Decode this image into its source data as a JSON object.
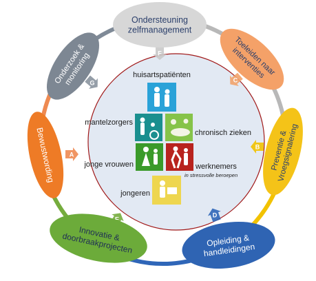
{
  "colors": {
    "ring_lightgray": "#b8b8b8",
    "ring_orange": "#ee8a52",
    "ring_yellow": "#f2c200",
    "ring_blue": "#2f66b8",
    "ring_green": "#75ac3d",
    "ring_gray": "#7f8a97",
    "inner_fill": "#e2e9f3",
    "inner_border": "#a01818",
    "tile_cyan": "#2aa2d8",
    "tile_teal": "#1a8f8f",
    "tile_lightgreen": "#86c349",
    "tile_green": "#3a9a2a",
    "tile_red": "#b8231e",
    "tile_yellow": "#eed64f"
  },
  "ovals": [
    {
      "id": "F",
      "label_lines": [
        "Ondersteuning",
        "zelfmanagement"
      ],
      "color": "#d7d7d7",
      "text_color": "#2b3f6b"
    },
    {
      "id": "C",
      "label_lines": [
        "Toeleiden naar",
        "interventies"
      ],
      "color": "#f4a168",
      "text_color": "#2b3f6b"
    },
    {
      "id": "B",
      "label_lines": [
        "Preventie &",
        "Vroegsignalering"
      ],
      "color": "#f4c318",
      "text_color": "#2b3f6b"
    },
    {
      "id": "D",
      "label_lines": [
        "Opleiding &",
        "handleidingen"
      ],
      "color": "#2f64b3",
      "text_color": "#ffffff"
    },
    {
      "id": "E",
      "label_lines": [
        "Innovatie &",
        "doorbraakprojecten"
      ],
      "color": "#6cab3a",
      "text_color": "#1f2f55"
    },
    {
      "id": "A",
      "label_lines": [
        "Bewustwording"
      ],
      "color": "#ee7b26",
      "text_color": "#ffffff"
    },
    {
      "id": "G",
      "label_lines": [
        "Onderzoek &",
        "monitoring"
      ],
      "color": "#7d8793",
      "text_color": "#ffffff"
    }
  ],
  "arrows": [
    {
      "letter": "F",
      "color": "#c9c9c9"
    },
    {
      "letter": "C",
      "color": "#f2a36b"
    },
    {
      "letter": "B",
      "color": "#f2c200"
    },
    {
      "letter": "D",
      "color": "#2f66b8"
    },
    {
      "letter": "E",
      "color": "#75ac3d"
    },
    {
      "letter": "A",
      "color": "#ee8a52"
    },
    {
      "letter": "G",
      "color": "#8a939e"
    }
  ],
  "groups": {
    "huisartspatienten": "huisartspatiënten",
    "mantelzorgers": "mantelzorgers",
    "chronisch_zieken": "chronisch zieken",
    "jonge_vrouwen": "jonge vrouwen",
    "werknemers": "werknemers",
    "werknemers_sub": "in stressvolle beroepen",
    "jongeren": "jongeren"
  }
}
